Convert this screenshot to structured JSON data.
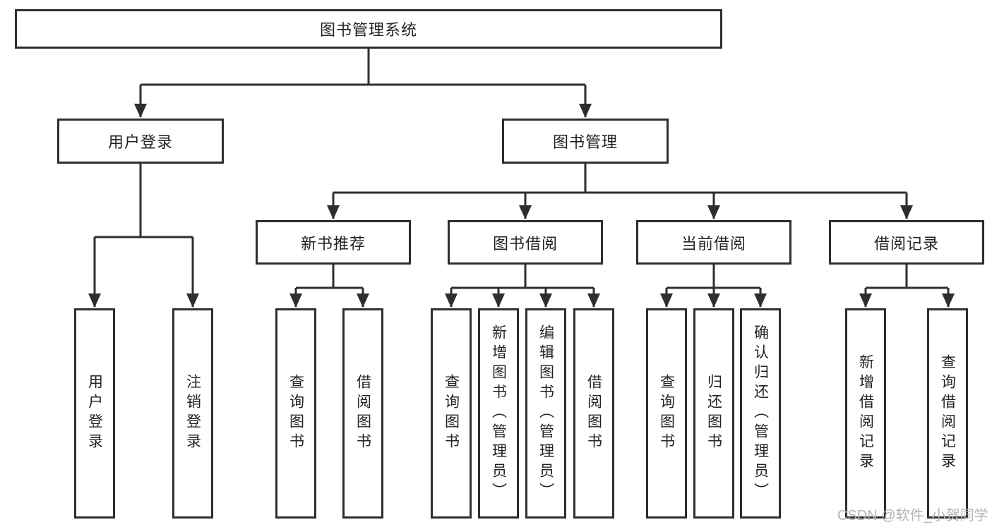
{
  "diagram": {
    "root": {
      "label": "图书管理系统"
    },
    "level1": [
      {
        "label": "用户登录",
        "children": [
          {
            "label": "用户登录"
          },
          {
            "label": "注销登录"
          }
        ]
      },
      {
        "label": "图书管理",
        "children": [
          {
            "label": "新书推荐",
            "children": [
              {
                "label": "查询图书"
              },
              {
                "label": "借阅图书"
              }
            ]
          },
          {
            "label": "图书借阅",
            "children": [
              {
                "label": "查询图书"
              },
              {
                "label": "新增图书（管理员）"
              },
              {
                "label": "编辑图书（管理员）"
              },
              {
                "label": "借阅图书"
              }
            ]
          },
          {
            "label": "当前借阅",
            "children": [
              {
                "label": "查询图书"
              },
              {
                "label": "归还图书"
              },
              {
                "label": "确认归还（管理员）"
              }
            ]
          },
          {
            "label": "借阅记录",
            "children": [
              {
                "label": "新增借阅记录"
              },
              {
                "label": "查询借阅记录"
              }
            ]
          }
        ]
      }
    ]
  },
  "watermark": {
    "text": "CSDN @软件_小贺同学"
  },
  "colors": {
    "line": "#2e2e2e",
    "text": "#242424",
    "watermark": "#b3b3b3",
    "background": "#ffffff"
  }
}
